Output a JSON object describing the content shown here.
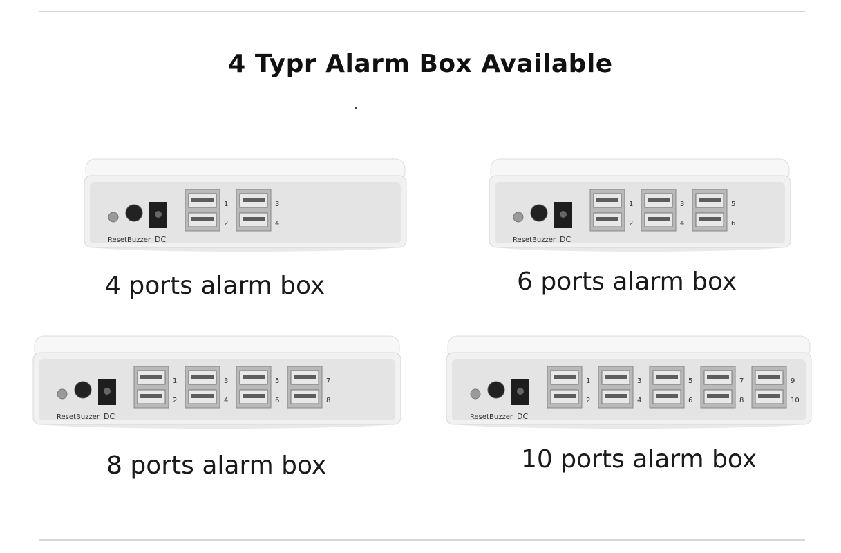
{
  "title": "4 Typr Alarm Box Available",
  "port_label_prefix": "",
  "jack_labels": {
    "reset": "Reset",
    "buzzer": "Buzzer",
    "dc": "DC"
  },
  "products": [
    {
      "caption": "4 ports alarm box",
      "ports": 4
    },
    {
      "caption": "6 ports alarm box",
      "ports": 6
    },
    {
      "caption": "8 ports alarm box",
      "ports": 8
    },
    {
      "caption": "10 ports alarm box",
      "ports": 10
    }
  ],
  "colors": {
    "housing": "#f1f1f1",
    "face": "#e4e4e4",
    "usb_shell": "#b9b9b9",
    "usb_slot": "#5d5d5d",
    "text": "#1a1a1a"
  }
}
